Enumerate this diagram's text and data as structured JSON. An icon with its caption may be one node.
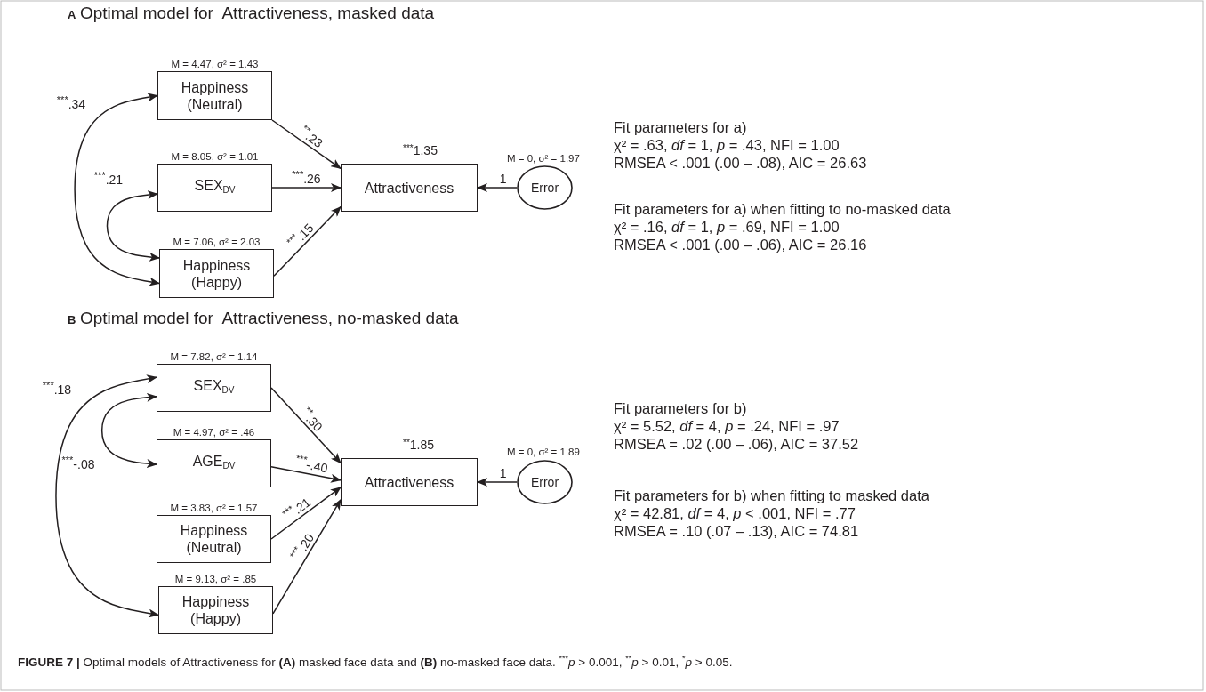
{
  "diagram": {
    "caption": "**FIGURE 7 |** Optimal models of Attractiveness for **(A)** masked face data and **(B)** no-masked face data. $^{***}$*p* > 0.001, $^{**}$*p* > 0.01, $^{*}$*p* > 0.05.",
    "nodes": [
      {
        "text": [
          "Happiness (Neutral)"
        ],
        "beside": [
          "M = 4.47, σ² = 1.43"
        ]
      },
      {
        "text": [
          "SEX$_{DV}$"
        ],
        "beside": [
          "M = 8.05, σ² = 1.01"
        ]
      },
      {
        "text": [
          "Happiness (Happy)"
        ],
        "beside": [
          "M = 7.06, σ² = 2.03"
        ]
      },
      {
        "text": [
          "Attractiveness"
        ],
        "beside": [
          "$^{***}$1.35"
        ]
      },
      {
        "text": [
          "Error"
        ],
        "beside": [
          "M = 0, σ² = 1.97"
        ]
      },
      {
        "text": [
          "SEX$_{DV}$"
        ],
        "beside": [
          "M = 7.82, σ² = 1.14"
        ]
      },
      {
        "text": [
          "AGE$_{DV}$"
        ],
        "beside": [
          "M = 4.97, σ² = .46"
        ]
      },
      {
        "text": [
          "Happiness (Neutral)"
        ],
        "beside": [
          "M = 3.83, σ² = 1.57"
        ]
      },
      {
        "text": [
          "Happiness (Happy)"
        ],
        "beside": [
          "M = 9.13, σ² = .85"
        ]
      },
      {
        "text": [
          "Attractiveness"
        ],
        "beside": [
          "$^{**}$1.85"
        ]
      },
      {
        "text": [
          "Error"
        ],
        "beside": [
          "M = 0, σ² = 1.89"
        ]
      }
    ],
    "edges": [
      {
        "from": 2,
        "to": 0,
        "arrow": "both",
        "label": "$^{***}$.34"
      },
      {
        "from": 2,
        "to": 1,
        "arrow": "both",
        "label": "$^{***}$.21"
      },
      {
        "from": 0,
        "to": 3,
        "arrow": "to",
        "label": "$^{**}$.23"
      },
      {
        "from": 1,
        "to": 3,
        "arrow": "to",
        "label": "$^{***}$.26"
      },
      {
        "from": 2,
        "to": 3,
        "arrow": "to",
        "label": "$^{***}$.15"
      },
      {
        "from": 4,
        "to": 3,
        "arrow": "to",
        "label": "1"
      },
      {
        "from": 8,
        "to": 5,
        "arrow": "both",
        "label": "$^{***}$.18"
      },
      {
        "from": 6,
        "to": 5,
        "arrow": "both",
        "label": "$^{***}$-.08"
      },
      {
        "from": 5,
        "to": 9,
        "arrow": "to",
        "label": "$^{**}$.30"
      },
      {
        "from": 6,
        "to": 9,
        "arrow": "to",
        "label": "$^{***}$-.40"
      },
      {
        "from": 7,
        "to": 9,
        "arrow": "to",
        "label": "$^{***}$.21"
      },
      {
        "from": 8,
        "to": 9,
        "arrow": "to",
        "label": "$^{***}$.20"
      },
      {
        "from": 10,
        "to": 9,
        "arrow": "to",
        "label": "1"
      }
    ],
    "labels": [
      "A",
      "Optimal model for  Attractiveness, masked data",
      "Fit parameters for a)",
      "χ² = .63, *df* = 1, *p* = .43, NFI = 1.00",
      "RMSEA < .001 (.00 – .08), AIC = 26.63",
      "Fit parameters for a) when fitting to no-masked data",
      "χ² = .16, *df* = 1, *p* = .69, NFI = 1.00",
      "RMSEA < .001 (.00 – .06), AIC = 26.16",
      "B",
      "Optimal model for  Attractiveness, no-masked data",
      "Fit parameters for b)",
      "χ² = 5.52, *df* = 4, *p* = .24, NFI = .97",
      "RMSEA = .02 (.00 – .06), AIC = 37.52",
      "Fit parameters for b) when fitting to masked data",
      "χ² = 42.81, *df* = 4, *p* < .001, NFI = .77",
      "RMSEA = .10 (.07 – .13), AIC = 74.81"
    ]
  }
}
